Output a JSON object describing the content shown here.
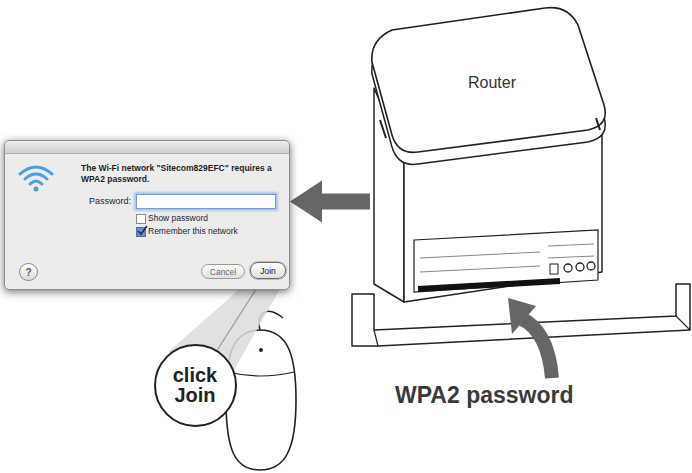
{
  "diagram": {
    "nodes": [
      {
        "text": [
          "The Wi-Fi network \"Sitecom829EFC\" requires a WPA2 password.",
          "Password:",
          "Show password",
          "Remember this network"
        ]
      },
      {
        "text": [
          "?"
        ],
        "in": 0
      },
      {
        "text": [
          "Cancel"
        ],
        "in": 0
      },
      {
        "text": [
          "Join"
        ],
        "in": 0
      },
      {
        "text": [
          "Router"
        ]
      },
      {
        "text": [
          "click Join"
        ]
      }
    ],
    "edges": [
      {
        "from": 4,
        "to": 0,
        "arrow": "to"
      },
      {
        "from": 5,
        "to": 3,
        "arrow": "none"
      }
    ],
    "labels": [
      "WPA2 password"
    ]
  }
}
